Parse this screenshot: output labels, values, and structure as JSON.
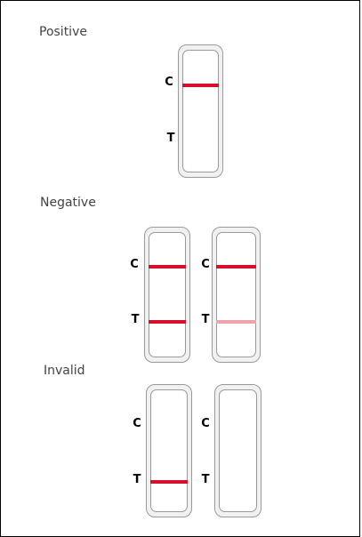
{
  "sections": {
    "positive": {
      "title": "Positive",
      "strips": [
        {
          "c_label": "C",
          "t_label": "T",
          "bands": {
            "c": "#d4102a",
            "t": null
          }
        }
      ]
    },
    "negative": {
      "title": "Negative",
      "strips": [
        {
          "c_label": "C",
          "t_label": "T",
          "bands": {
            "c": "#d4102a",
            "t": "#d4102a"
          }
        },
        {
          "c_label": "C",
          "t_label": "T",
          "bands": {
            "c": "#d4102a",
            "t": "#f0a3ad"
          }
        }
      ]
    },
    "invalid": {
      "title": "Invalid",
      "strips": [
        {
          "c_label": "C",
          "t_label": "T",
          "bands": {
            "c": null,
            "t": "#d4102a"
          }
        },
        {
          "c_label": "C",
          "t_label": "T",
          "bands": {
            "c": null,
            "t": null
          }
        }
      ]
    }
  },
  "colors": {
    "strong_band": "#d4102a",
    "faint_band": "#f0a3ad",
    "strip_outline": "#9a9a9a"
  }
}
